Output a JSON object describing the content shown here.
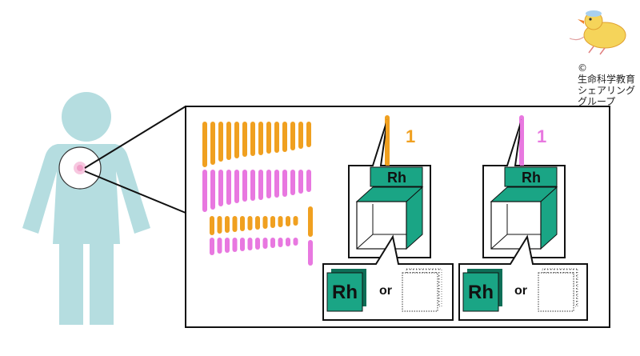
{
  "credit": {
    "copyright": "©",
    "lines": [
      "生命科学教育",
      "シェアリング",
      "グループ"
    ]
  },
  "diagram": {
    "left_panel": {
      "chromosome_number": "1",
      "gene_label": "Rh",
      "choice_a": "Rh",
      "connector": "or"
    },
    "right_panel": {
      "chromosome_number": "1",
      "gene_label": "Rh",
      "choice_a": "Rh",
      "connector": "or"
    }
  },
  "colors": {
    "figure": "#b5dde0",
    "maternal": "#f0a020",
    "paternal": "#e878e0",
    "gene_box": "#1aa585",
    "gene_box_dark": "#0e6e57",
    "outline": "#111111"
  }
}
